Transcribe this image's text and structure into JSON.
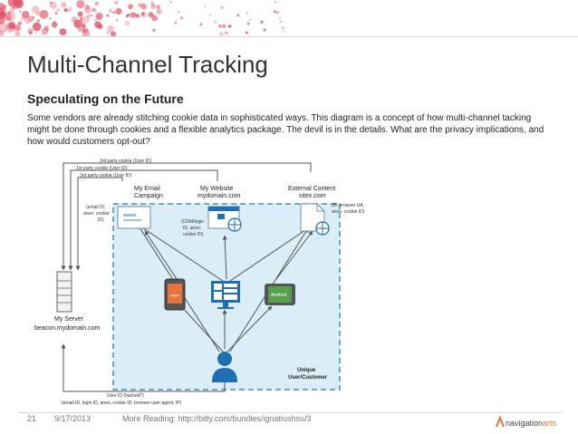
{
  "slide": {
    "title": "Multi-Channel Tracking",
    "subtitle": "Speculating on the Future",
    "body": "Some vendors are already stitching cookie data in sophisticated ways. This diagram is a concept of how multi-channel tacking might be done through cookies and a flexible analytics package. The devil is in the details. What are the privacy implications, and how would customers opt-out?"
  },
  "diagram": {
    "cookie_labels": [
      "3rd party cookie (User ID)",
      "1st party cookie (User ID)",
      "3rd party cookie (User ID)"
    ],
    "nodes": {
      "email": [
        "My Email",
        "Campaign"
      ],
      "website": [
        "My Website",
        "mydomain.com"
      ],
      "external": [
        "External Content",
        "sitex.com"
      ],
      "server": [
        "My Server",
        "beacon.mydomain.com"
      ],
      "user": [
        "Unique",
        "User/Customer"
      ]
    },
    "notes": {
      "email": [
        "(email ID,",
        "anon. cookie",
        "ID)"
      ],
      "crm": [
        "(CRM/login",
        "ID, anon.",
        "cookie ID)"
      ],
      "external": [
        "(IP, browser UA,",
        "anon. cookie ID)"
      ],
      "bottom": [
        "User ID (hashed?)",
        "(email ID, login ID, anon. cookie ID, browser user-agent, IP)"
      ]
    },
    "device_labels": {
      "phone": "Apple",
      "tablet": "Android"
    }
  },
  "footer": {
    "page_number": "21",
    "date": "9/17/2013",
    "reading": "More Reading: http://bitly.com/bundles/ignatiushsu/3",
    "logo_word_1": "navigation",
    "logo_word_2": "arts"
  },
  "colors": {
    "accent": "#e8743b",
    "dots": "#e0556a",
    "diagram_fill": "#dbeef7",
    "diagram_border": "#3b8fcf",
    "icon_blue": "#1f6fb5"
  }
}
